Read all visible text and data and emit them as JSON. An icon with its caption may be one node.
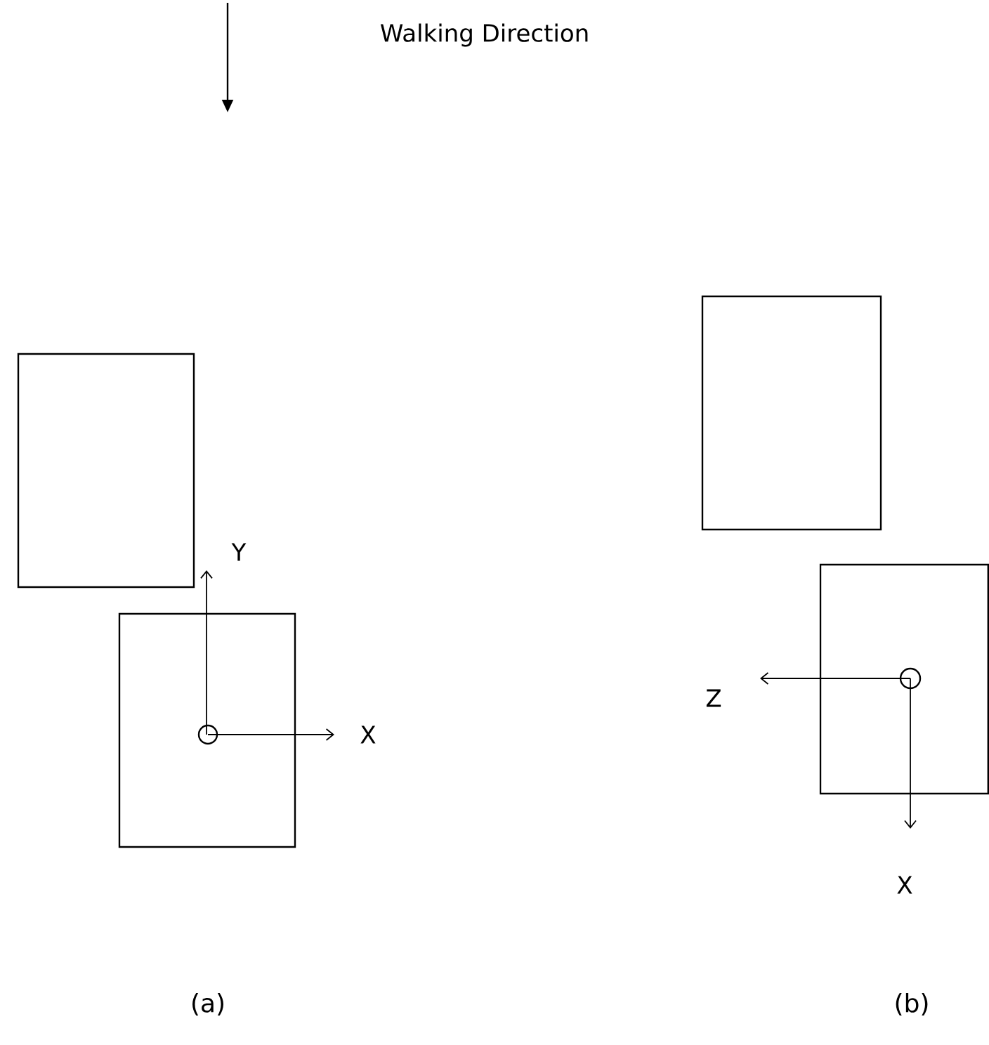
{
  "diagram": {
    "nodes": [
      {
        "text": [],
        "shape": "box"
      },
      {
        "text": [],
        "shape": "box"
      },
      {
        "text": [],
        "shape": "box"
      },
      {
        "text": [],
        "shape": "box"
      }
    ],
    "labels": [
      "Walking Direction",
      "Y",
      "X",
      "Z",
      "X",
      "(a)",
      "(b)"
    ]
  }
}
